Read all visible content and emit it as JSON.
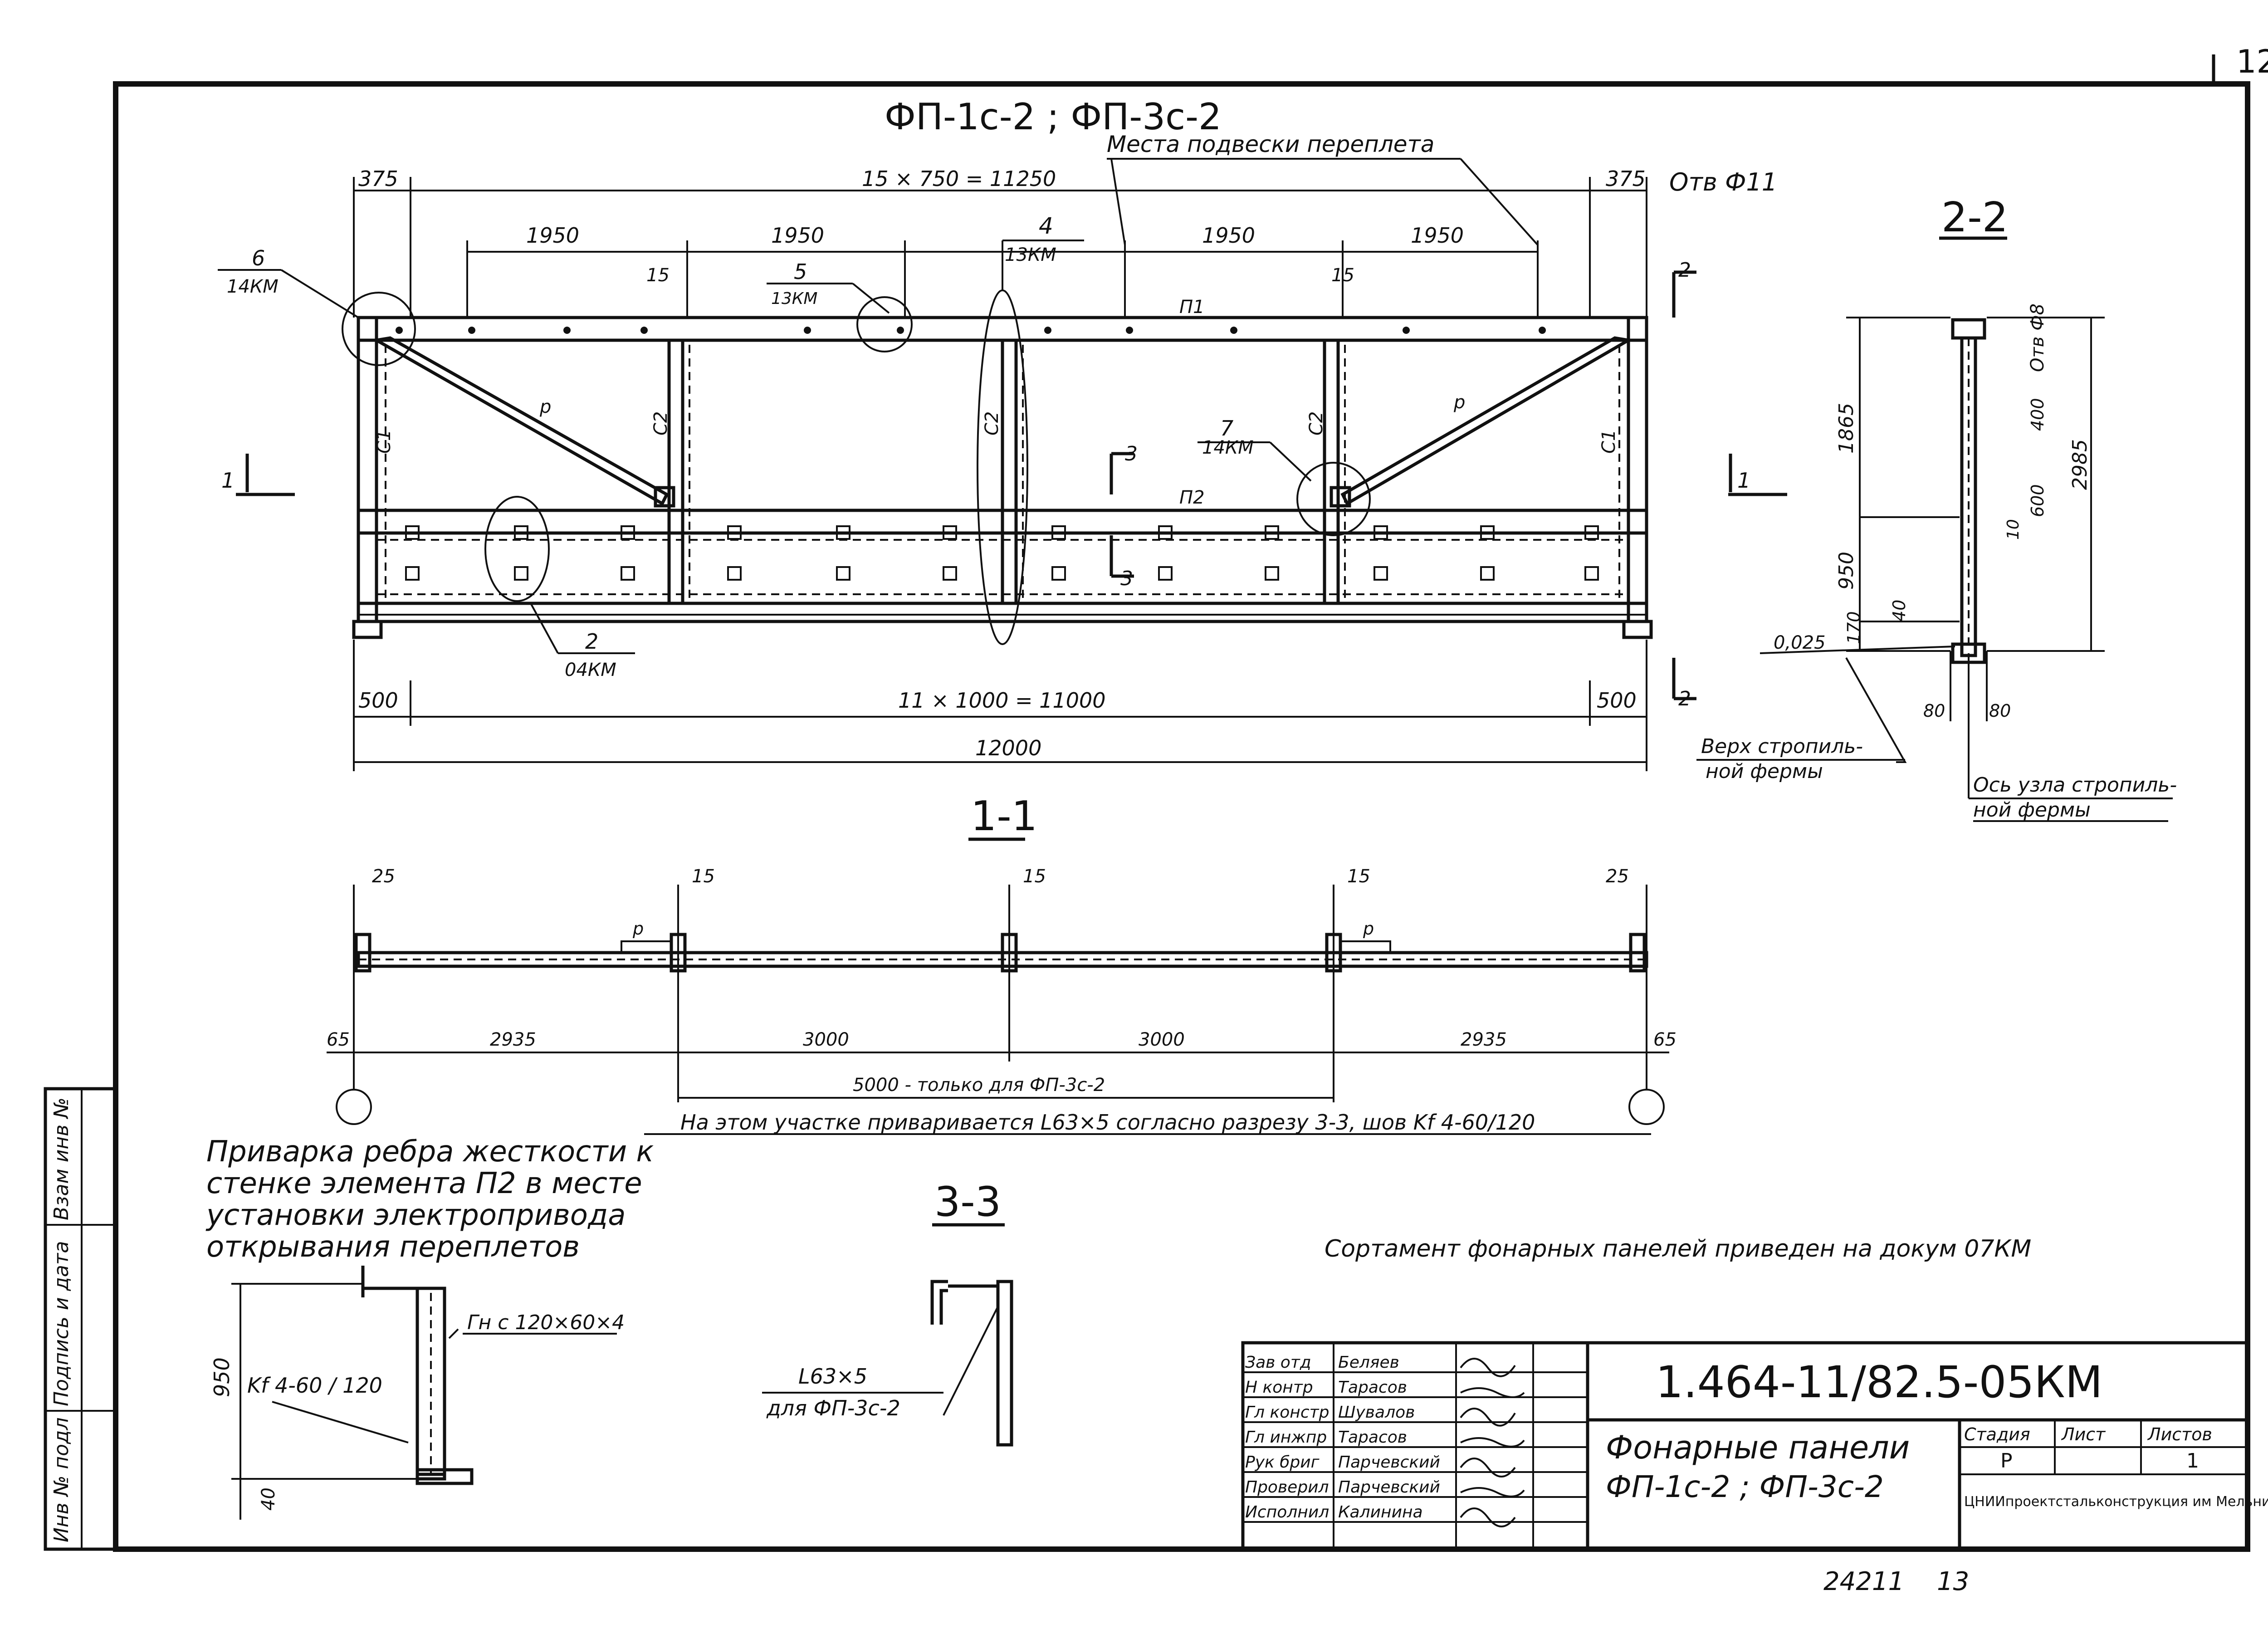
{
  "sheet_mark": "12",
  "main_title": "ФП-1с-2 ; ФП-3с-2",
  "hanging_note": "Места подвески переплета",
  "dims_top": {
    "span_total": "15 × 750 = 11250",
    "left_end": "375",
    "right_end": "375",
    "hole": "Отв Ф11",
    "seg1": "1950",
    "seg2": "1950",
    "seg3": "1950",
    "seg4": "1950",
    "gap_left": "15",
    "gap_right": "15"
  },
  "callouts": {
    "c6_num": "6",
    "c6_doc": "14КМ",
    "c5_num": "5",
    "c5_doc": "13КМ",
    "c4_num": "4",
    "c4_doc": "13КМ",
    "c7_num": "7",
    "c7_doc": "14КМ",
    "c2_num": "2",
    "c2_doc": "04КМ"
  },
  "members": {
    "p1": "П1",
    "p2": "П2",
    "c1": "С1",
    "c2": "С2",
    "brace": "р"
  },
  "section_marks": {
    "s1": "1",
    "s2": "2",
    "s3": "3"
  },
  "dims_bottom": {
    "left": "500",
    "mid": "11 × 1000 = 11000",
    "right": "500",
    "total": "12000"
  },
  "section_1_1": {
    "title": "1-1",
    "d25a": "25",
    "d15a": "15",
    "d15b": "15",
    "d15c": "15",
    "d25b": "25",
    "d65a": "65",
    "seg1": "2935",
    "seg2": "3000",
    "seg3": "3000",
    "seg4": "2935",
    "d65b": "65",
    "span_note": "5000 - только для ФП-3с-2",
    "weld_note": "На этом участке приваривается L63×5 согласно разрезу 3-3, шов Kf 4-60/120",
    "p_label": "р"
  },
  "section_2_2": {
    "title": "2-2",
    "h1865": "1865",
    "h950": "950",
    "h40": "40",
    "h170": "170",
    "h2985": "2985",
    "h400": "400",
    "h600": "600",
    "h10": "10",
    "hole": "Отв Ф8",
    "slope": "0,025",
    "w80a": "80",
    "w80b": "80",
    "note_top_1": "Верх стропиль-",
    "note_top_2": "ной фермы",
    "note_axis_1": "Ось узла стропиль-",
    "note_axis_2": "ной фермы"
  },
  "stiffener": {
    "note_1": "Приварка ребра жесткости к",
    "note_2": "стенке элемента П2 в месте",
    "note_3": "установки электропривода",
    "note_4": "открывания переплетов",
    "h950": "950",
    "h40": "40",
    "weld": "Kf 4-60 / 120",
    "plate": "Гн с 120×60×4"
  },
  "section_3_3": {
    "title": "3-3",
    "angle": "L63×5",
    "for": "для ФП-3с-2"
  },
  "assortment_note": "Сортамент фонарных панелей приведен на докум 07КМ",
  "title_block": {
    "code": "1.464-11/82.5-05КМ",
    "name_1": "Фонарные панели",
    "name_2": "ФП-1с-2 ; ФП-3с-2",
    "stage_h": "Стадия",
    "sheet_h": "Лист",
    "sheets_h": "Листов",
    "stage": "Р",
    "sheet": "",
    "sheets": "1",
    "org": "ЦНИИпроектстальконструкция им Мельникова",
    "rows": [
      {
        "role": "Зав отд",
        "name": "Беляев"
      },
      {
        "role": "Н контр",
        "name": "Тарасов"
      },
      {
        "role": "Гл констр",
        "name": "Шувалов"
      },
      {
        "role": "Гл инжпр",
        "name": "Тарасов"
      },
      {
        "role": "Рук бриг",
        "name": "Парчевский"
      },
      {
        "role": "Проверил",
        "name": "Парчевский"
      },
      {
        "role": "Исполнил",
        "name": "Калинина"
      }
    ]
  },
  "side_stamp": {
    "a": "Взам инв №",
    "b": "Подпись и дата",
    "c": "Инв № подл"
  },
  "footer": {
    "inv": "24211",
    "page": "13"
  }
}
